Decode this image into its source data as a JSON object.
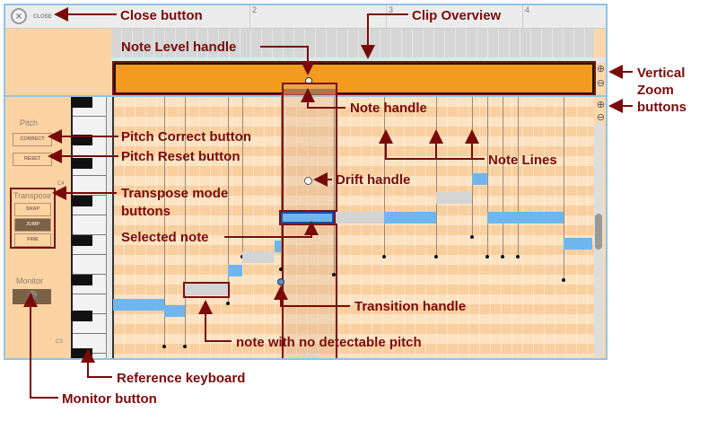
{
  "window": {
    "close_label": "CLOSE",
    "ruler_marks": [
      "2",
      "3",
      "4"
    ],
    "pitch_label": "Pitch",
    "correct": "CORRECT",
    "reset": "RESET",
    "transpose_label": "Transpose",
    "snap": "SNAP",
    "jump": "JUMP",
    "fine": "FINE",
    "monitor_label": "Monitor",
    "c4": "C4",
    "c3": "C3"
  },
  "icons": {
    "close": "close-circle-x-icon",
    "monitor": "speaker-icon",
    "zoom_in": "magnifier-plus-icon",
    "zoom_out": "magnifier-minus-icon"
  },
  "colors": {
    "annotation": "#7a0a0a",
    "overview": "#f39a1f",
    "note": "#6fb6ee",
    "panel": "#fcd4a4"
  },
  "annotations": {
    "close": "Close button",
    "clip_overview": "Clip Overview",
    "note_level": "Note Level handle",
    "vz1": "Vertical",
    "vz2": "Zoom",
    "vz3": "buttons",
    "note_handle": "Note handle",
    "pitch_correct": "Pitch Correct button",
    "pitch_reset": "Pitch Reset button",
    "note_lines": "Note Lines",
    "drift": "Drift handle",
    "transpose1": "Transpose mode",
    "transpose2": "buttons",
    "selected": "Selected note",
    "transition": "Transition handle",
    "no_pitch": "note with no detectable pitch",
    "keyboard": "Reference keyboard",
    "monitor": "Monitor button"
  }
}
